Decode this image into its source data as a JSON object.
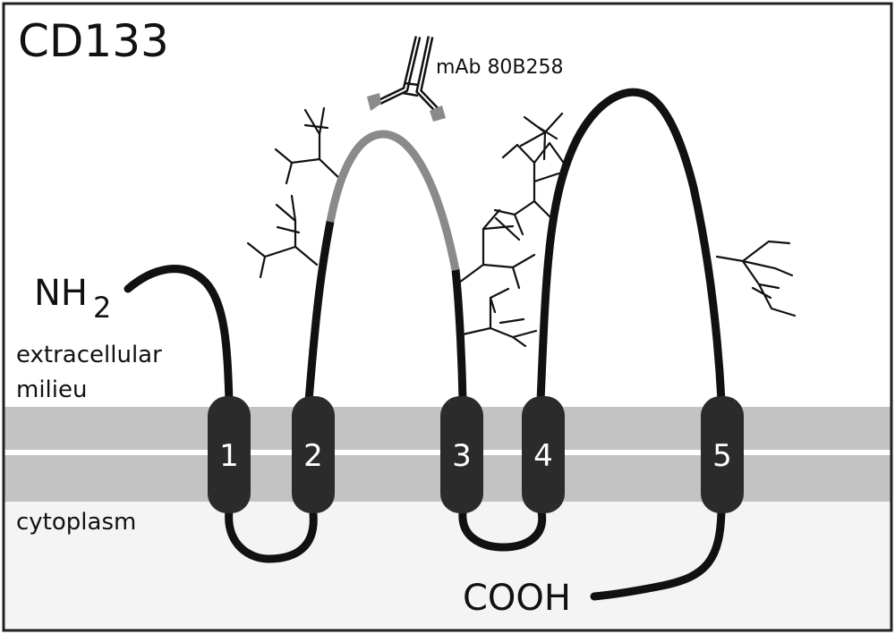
{
  "diagram": {
    "title": "CD133",
    "antibody_label": "mAb 80B258",
    "n_terminus": {
      "main": "NH",
      "sub": "2"
    },
    "c_terminus": "COOH",
    "regions": {
      "extracellular_line1": "extracellular",
      "extracellular_line2": "milieu",
      "cytoplasm": "cytoplasm"
    },
    "segments": [
      "1",
      "2",
      "3",
      "4",
      "5"
    ],
    "colors": {
      "border": "#222222",
      "cytoplasm_bg": "#f4f4f4",
      "membrane": "#c3c3c3",
      "helix": "#2b2b2b",
      "strand": "#111111",
      "epitope": "#8a8a8a",
      "segment_text": "#ffffff"
    }
  }
}
